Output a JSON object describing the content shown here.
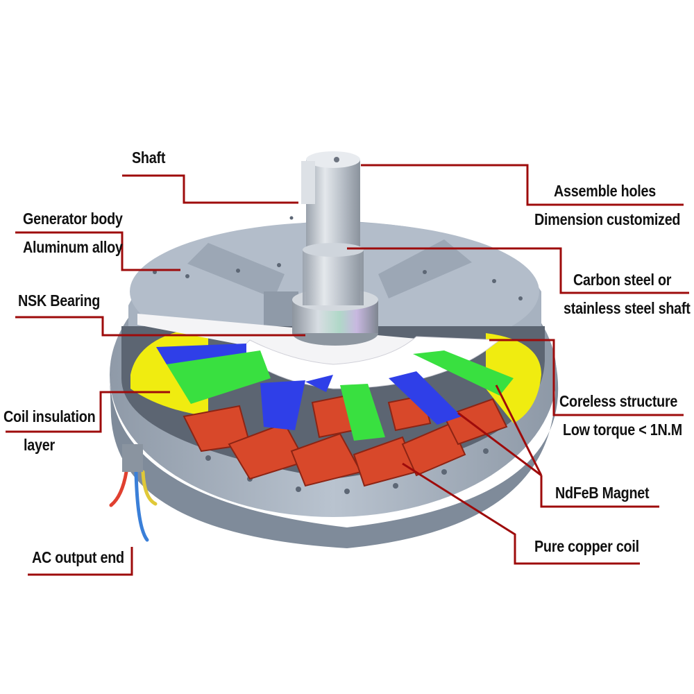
{
  "colors": {
    "leader": "#9e0b0b",
    "housing": "#a9b4c2",
    "housing_dark": "#7e8a99",
    "copper": "#d8482a",
    "copper_dark": "#8c2414",
    "magnet_green": "#39e040",
    "magnet_blue": "#2f3fe8",
    "insulation": "#f0ec10",
    "shaft": "#c4cad2"
  },
  "labels": {
    "shaft": "Shaft",
    "assemble_holes": "Assemble holes",
    "dimension_customized": "Dimension customized",
    "generator_body": "Generator body",
    "aluminum_alloy": "Aluminum alloy",
    "carbon_steel": "Carbon steel or",
    "stainless_shaft": "stainless steel shaft",
    "nsk_bearing": "NSK Bearing",
    "coreless_structure": "Coreless structure",
    "low_torque": "Low torque < 1N.M",
    "coil_insulation": "Coil insulation",
    "layer": "layer",
    "ndfeb_magnet": "NdFeB  Magnet",
    "pure_copper_coil": "Pure copper coil",
    "ac_output_end": "AC output end"
  }
}
